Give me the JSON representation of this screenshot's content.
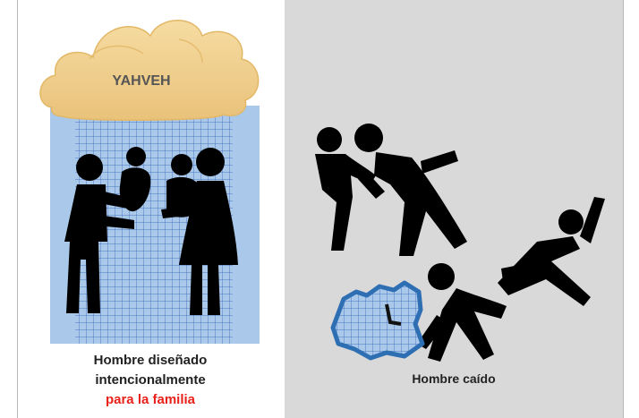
{
  "left_panel": {
    "cloud_label": "YAHVEH",
    "caption_line1": "Hombre diseñado",
    "caption_line2": "intencionalmente",
    "caption_line3": "para la familia"
  },
  "right_panel": {
    "caption": "Hombre caído"
  },
  "colors": {
    "cloud": "#f0cf8a",
    "grid_bg": "#a9c8ea",
    "grid_line": "#2f5db5",
    "accent_text": "#e8221a",
    "right_bg": "#d9d9d9",
    "figure": "#000000",
    "broken_outline": "#2e6fb3"
  }
}
